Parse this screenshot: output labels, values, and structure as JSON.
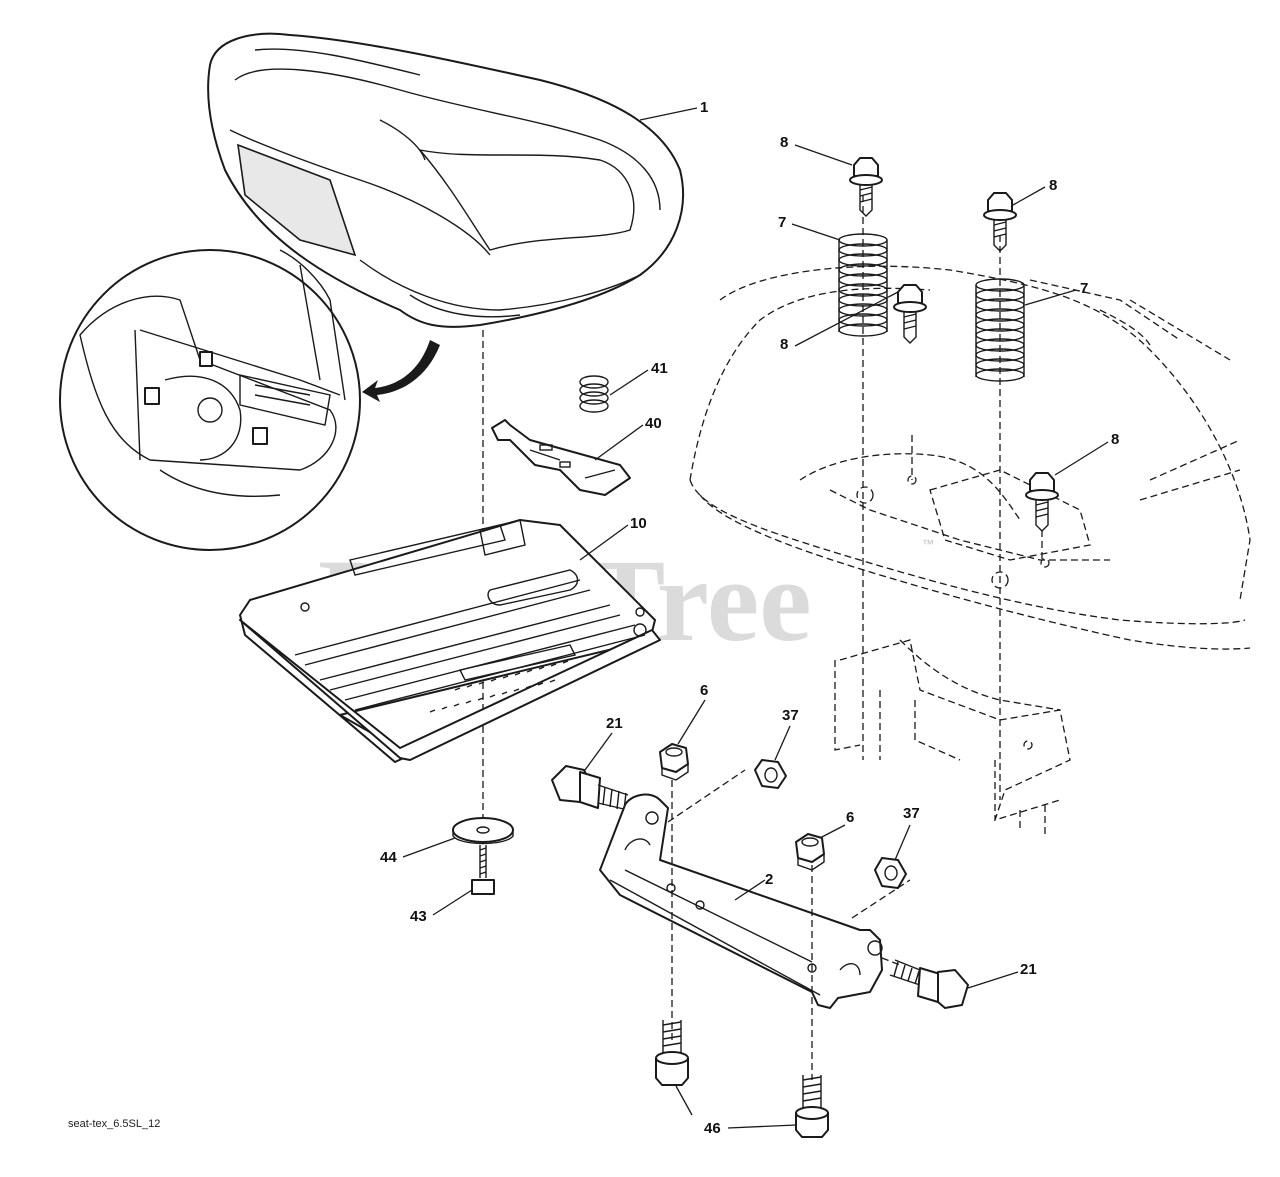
{
  "watermark": "PartsTree",
  "trademark": "™",
  "caption": "seat-tex_6.5SL_12",
  "callouts": {
    "seat": "1",
    "seat_bracket": "2",
    "nut_left": "6",
    "nut_right": "6",
    "spring_left": "7",
    "spring_right": "7",
    "screw_top_left": "8",
    "screw_top_right": "8",
    "screw_mid_left": "8",
    "screw_mid_right": "8",
    "seat_plate": "10",
    "bolt_left": "21",
    "bolt_right": "21",
    "nut37_left": "37",
    "nut37_right": "37",
    "clip": "40",
    "small_spring": "41",
    "screw_43": "43",
    "washer_44": "44",
    "bolt_46": "46"
  }
}
